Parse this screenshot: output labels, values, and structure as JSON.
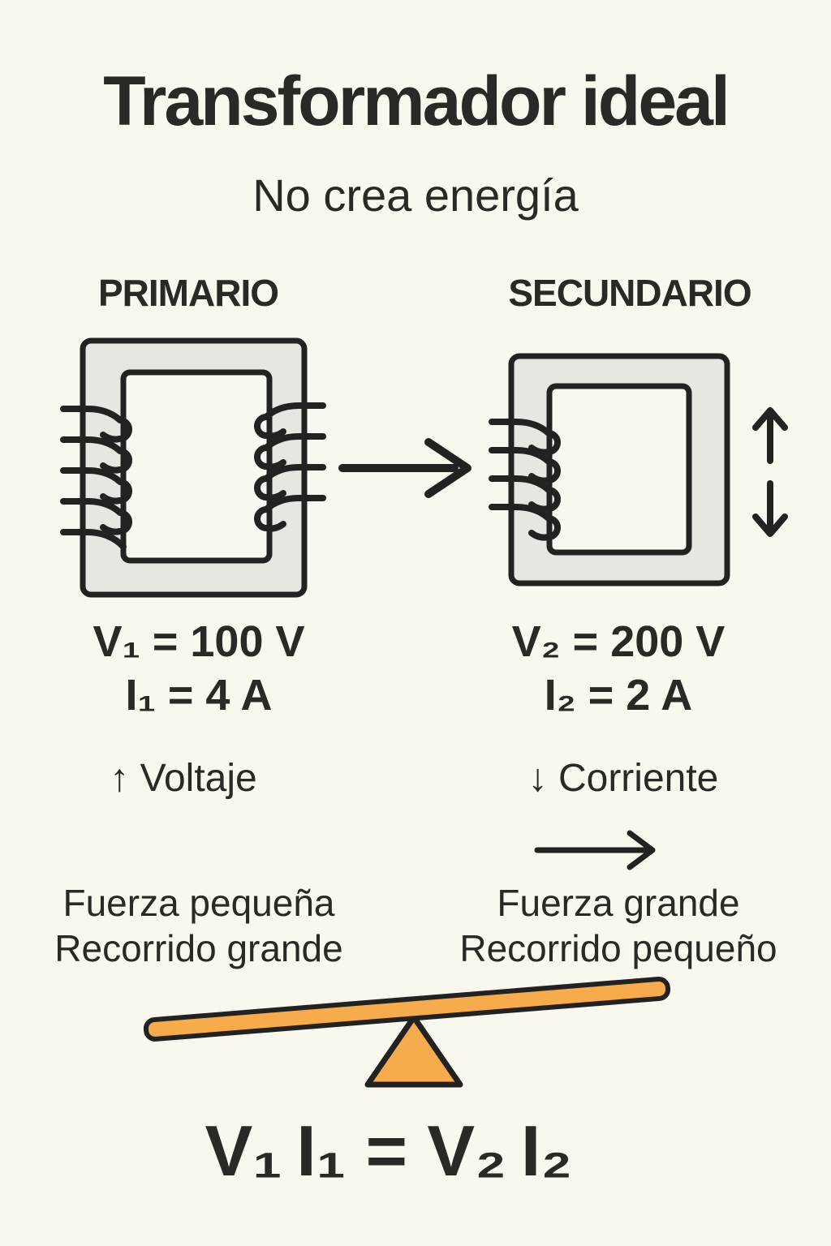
{
  "colors": {
    "background": "#FAF7EF",
    "ink": "#2a2925",
    "core_fill": "#E9E6E1",
    "core_window": "#FAF8F1",
    "seesaw_orange": "#F6AC4C"
  },
  "header": {
    "title": "Transformador ideal",
    "subtitle": "No crea energía"
  },
  "primary": {
    "label": "PRIMARIO",
    "voltage": "V₁ = 100 V",
    "current": "I₁ = 4 A",
    "note": "↑ Voltaje",
    "force_line1": "Fuerza pequeña",
    "force_line2": "Recorrido grande"
  },
  "secondary": {
    "label": "SECUNDARIO",
    "voltage": "V₂ = 200 V",
    "current": "I₂ = 2 A",
    "note": "↓ Corriente",
    "force_line1": "Fuerza grande",
    "force_line2": "Recorrido pequeño"
  },
  "formula": "V₁ I₁ = V₂ I₂"
}
